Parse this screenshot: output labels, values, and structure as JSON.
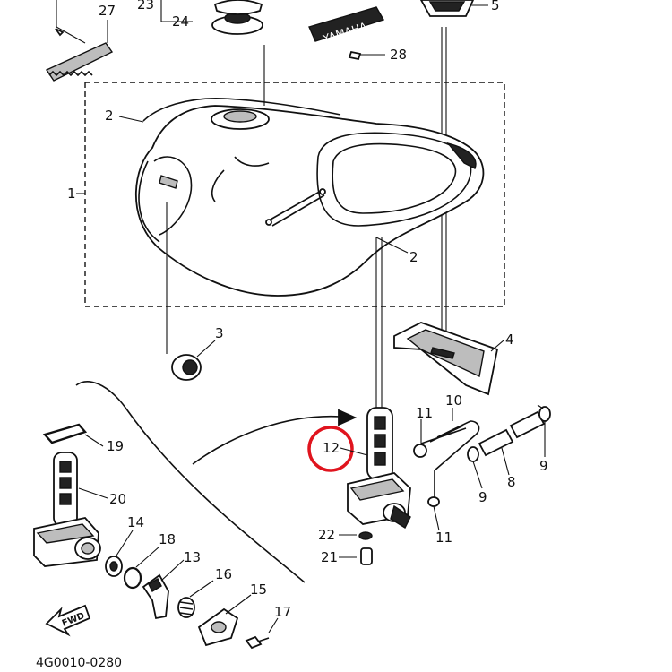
{
  "diagram": {
    "code": "4G0010-0280",
    "callouts": [
      {
        "id": "c27",
        "text": "27"
      },
      {
        "id": "c23",
        "text": "23"
      },
      {
        "id": "c24",
        "text": "24"
      },
      {
        "id": "c5",
        "text": "5"
      },
      {
        "id": "c28",
        "text": "28"
      },
      {
        "id": "c2a",
        "text": "2"
      },
      {
        "id": "c1",
        "text": "1"
      },
      {
        "id": "c2b",
        "text": "2"
      },
      {
        "id": "c3",
        "text": "3"
      },
      {
        "id": "c4",
        "text": "4"
      },
      {
        "id": "c10",
        "text": "10"
      },
      {
        "id": "c11a",
        "text": "11"
      },
      {
        "id": "c12",
        "text": "12"
      },
      {
        "id": "c9a",
        "text": "9"
      },
      {
        "id": "c9b",
        "text": "9"
      },
      {
        "id": "c8",
        "text": "8"
      },
      {
        "id": "c11b",
        "text": "11"
      },
      {
        "id": "c22",
        "text": "22"
      },
      {
        "id": "c21",
        "text": "21"
      },
      {
        "id": "c19",
        "text": "19"
      },
      {
        "id": "c20",
        "text": "20"
      },
      {
        "id": "c14",
        "text": "14"
      },
      {
        "id": "c18",
        "text": "18"
      },
      {
        "id": "c13",
        "text": "13"
      },
      {
        "id": "c16",
        "text": "16"
      },
      {
        "id": "c15",
        "text": "15"
      },
      {
        "id": "c17",
        "text": "17"
      }
    ],
    "emblem_text": "YAMAHA",
    "forward_arrow_text": "FWD",
    "highlight_color": "#e0141e"
  }
}
